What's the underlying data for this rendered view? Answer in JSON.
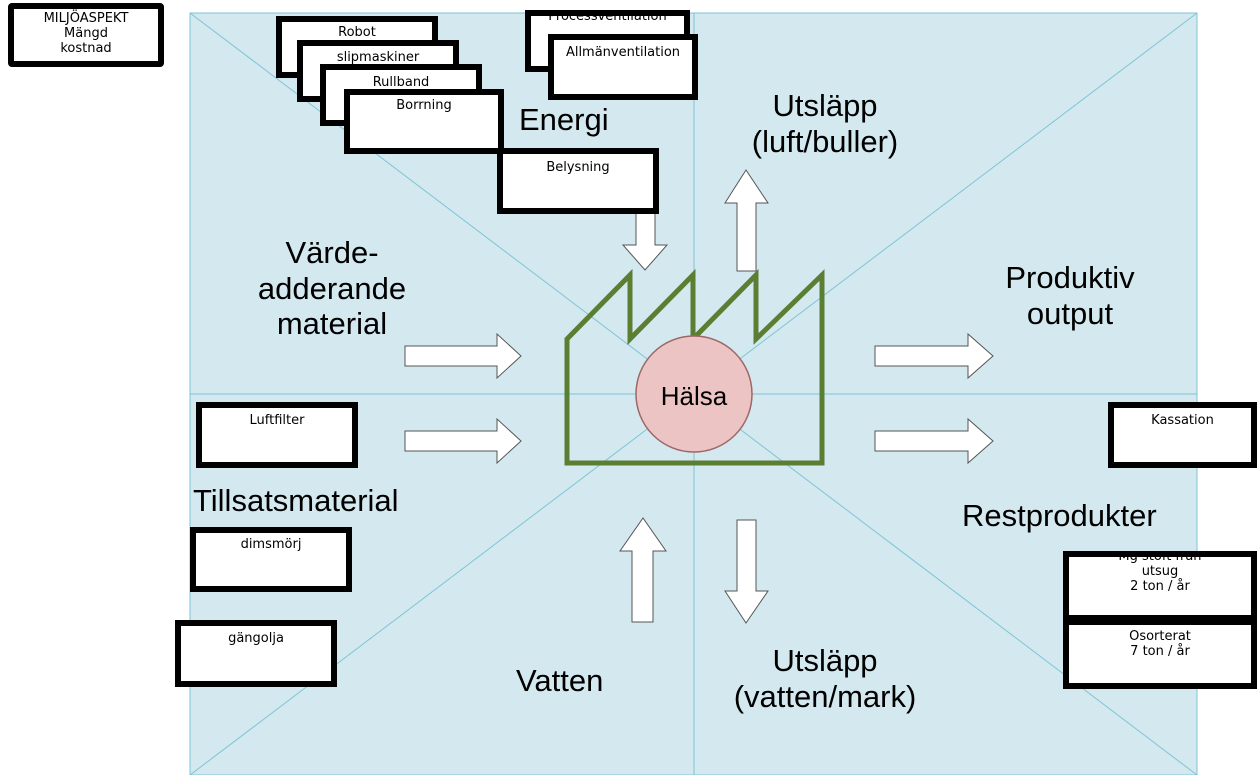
{
  "legend": {
    "line1": "MILJÖASPEKT",
    "line2": "Mängd",
    "line3": "kostnad"
  },
  "center": {
    "label": "Hälsa"
  },
  "categories": {
    "energi": "Energi",
    "utslapp_luft_1": "Utsläpp",
    "utslapp_luft_2": "(luft/buller)",
    "varde_1": "Värde-",
    "varde_2": "adderande",
    "varde_3": "material",
    "produktiv_1": "Produktiv",
    "produktiv_2": "output",
    "tillsats": "Tillsatsmaterial",
    "restprodukter": "Restprodukter",
    "vatten": "Vatten",
    "utslapp_vatten_1": "Utsläpp",
    "utslapp_vatten_2": "(vatten/mark)"
  },
  "cards": {
    "robot": "Robot",
    "slipmaskiner": "slipmaskiner",
    "rullband": "Rullband",
    "borrning": "Borrning",
    "belysning": "Belysning",
    "processventilation": "Processventilation",
    "allmanventilation": "Allmänventilation",
    "luftfilter": "Luftfilter",
    "dimsmorj": "dimsmörj",
    "gangolja": "gängolja",
    "kassation": "Kassation",
    "mg_1": "Mg stoft från",
    "mg_2": "utsug",
    "mg_3": "2 ton / år",
    "osorterat_1": "Osorterat",
    "osorterat_2": "7 ton / år"
  },
  "colors": {
    "panel_fill": "#d3e9ef",
    "panel_lines": "#7fc4d4",
    "factory": "#5a7f33",
    "health_fill": "#ecc4c4",
    "health_stroke": "#9e6767"
  }
}
